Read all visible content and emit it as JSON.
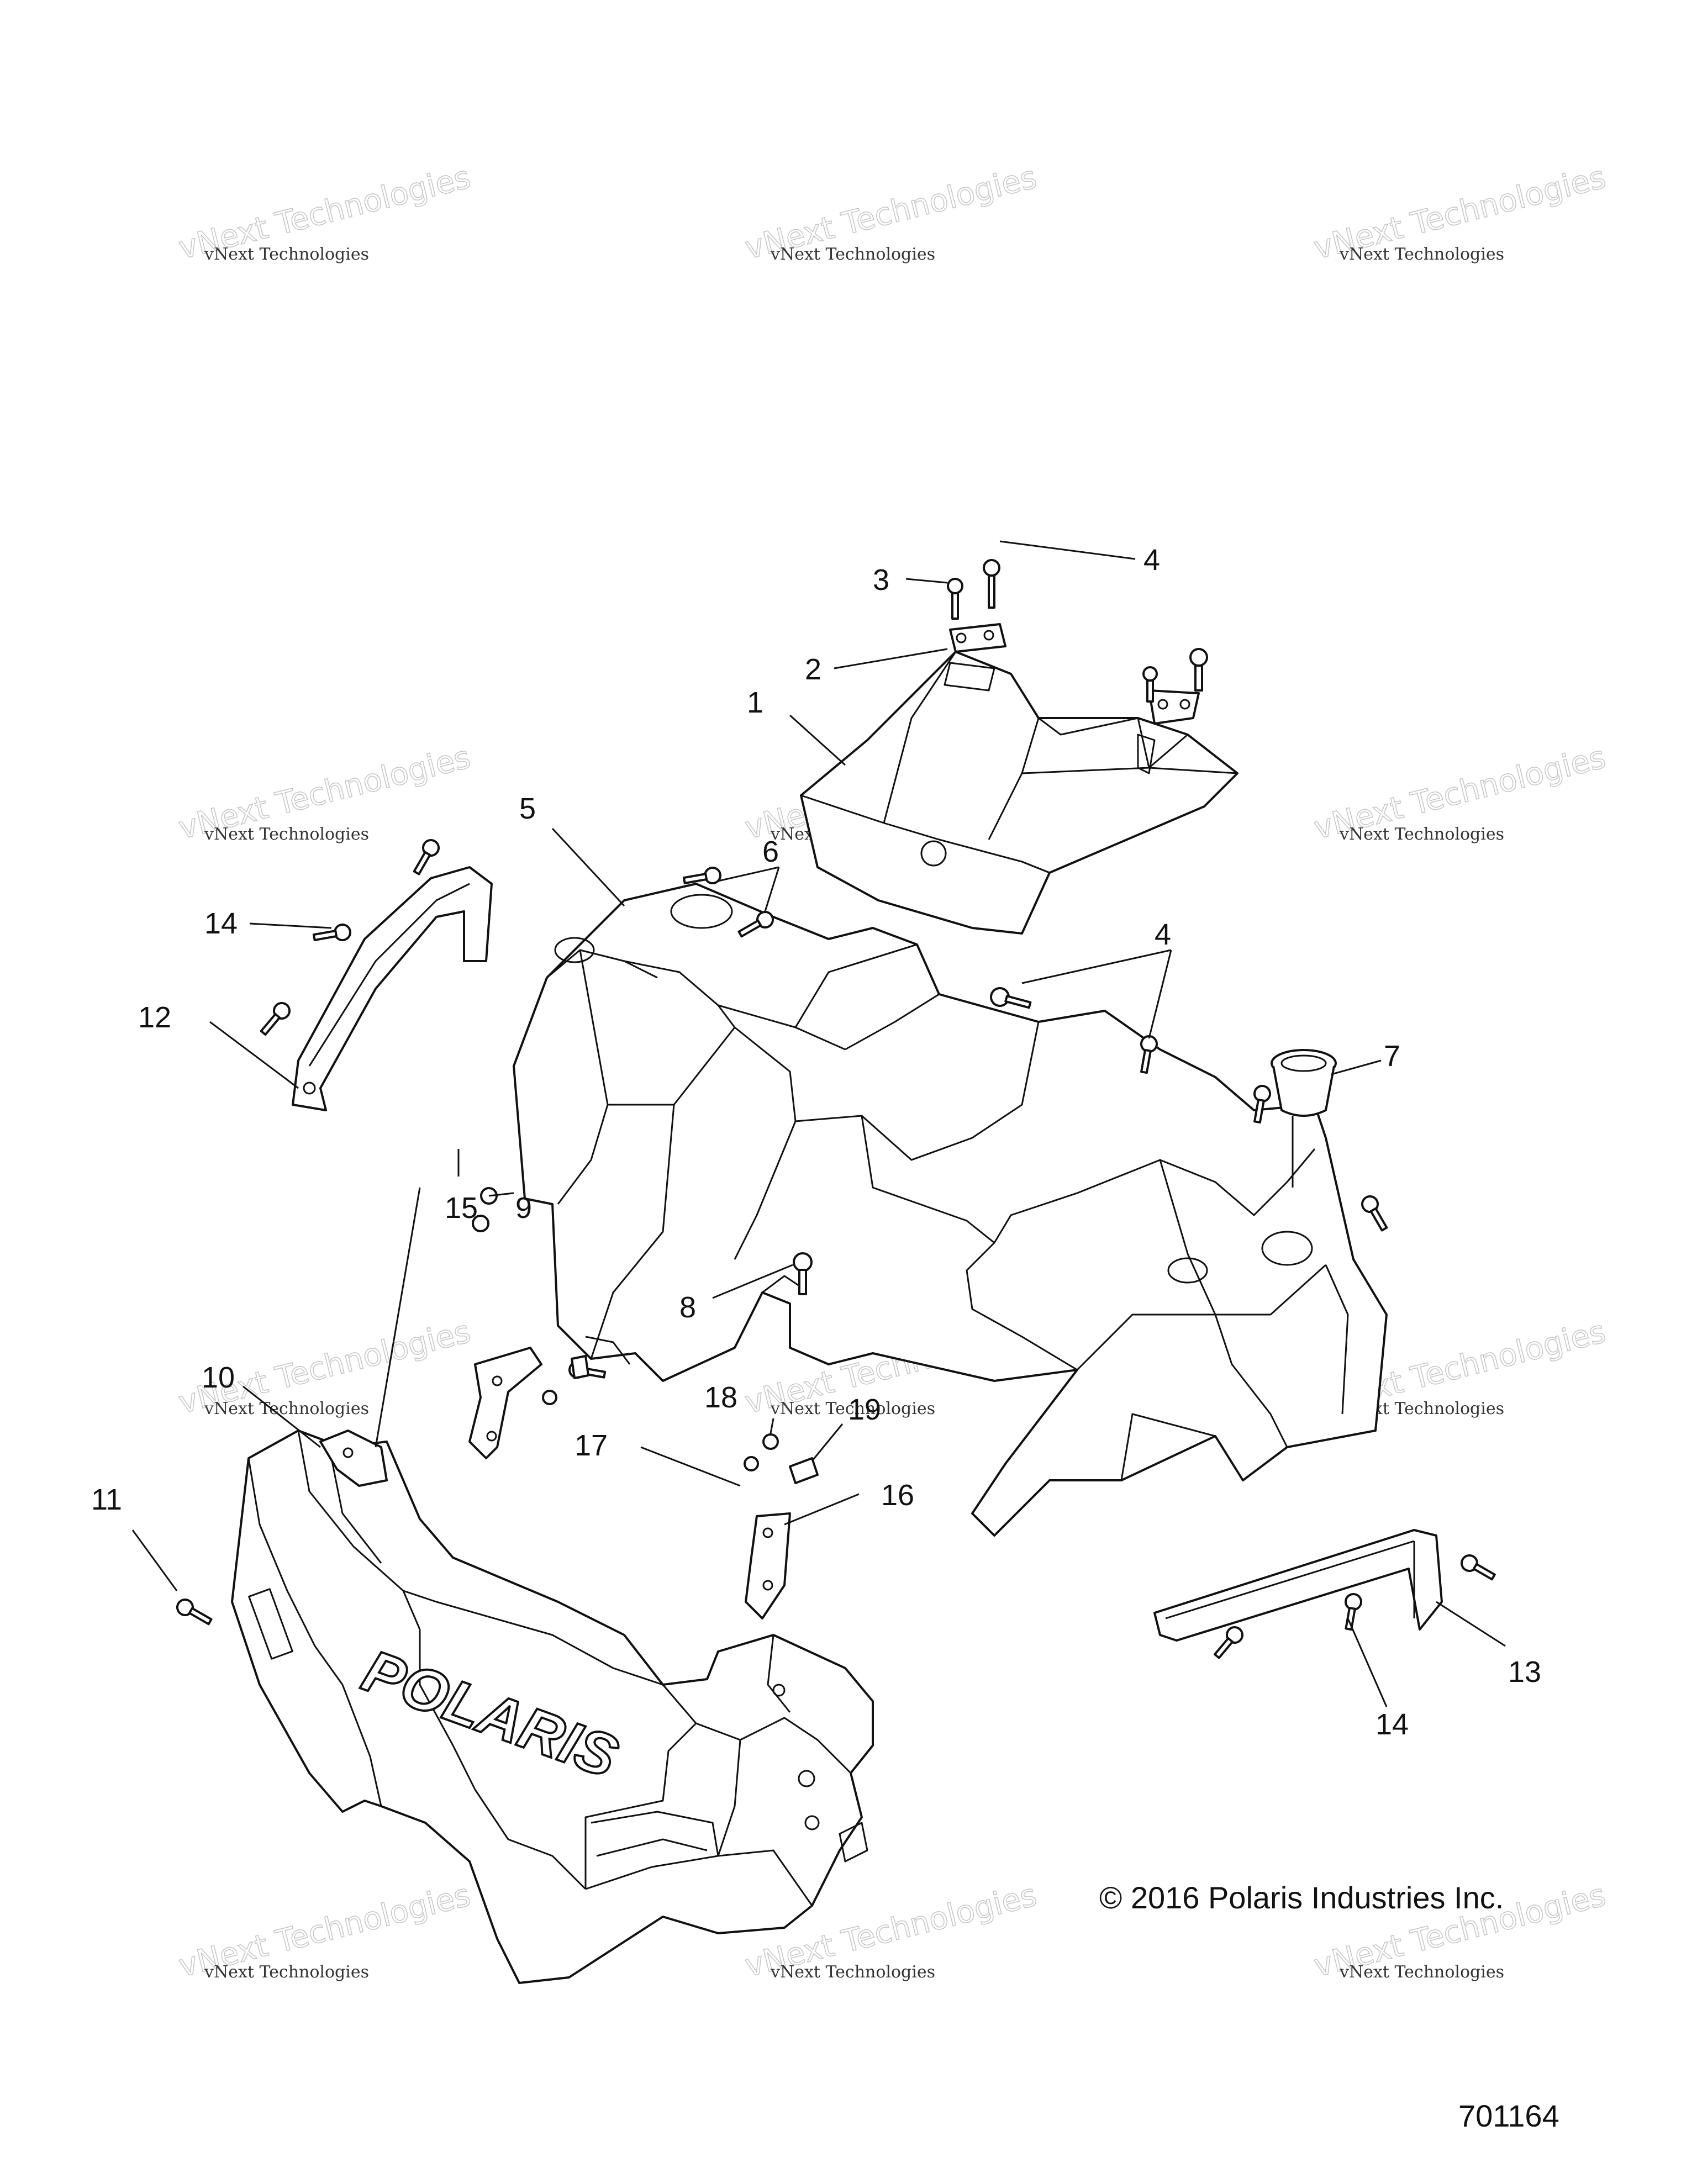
{
  "callouts": [
    "1",
    "2",
    "3",
    "4",
    "4",
    "5",
    "6",
    "7",
    "8",
    "9",
    "10",
    "11",
    "12",
    "13",
    "14",
    "14",
    "15",
    "16",
    "17",
    "18",
    "19"
  ],
  "copyright": "© 2016 Polaris Industries Inc.",
  "figure_number": "701164",
  "logo_text": "POLARIS",
  "watermark": {
    "line1": "vNext Technologies",
    "line2": "vNext Technologies"
  }
}
